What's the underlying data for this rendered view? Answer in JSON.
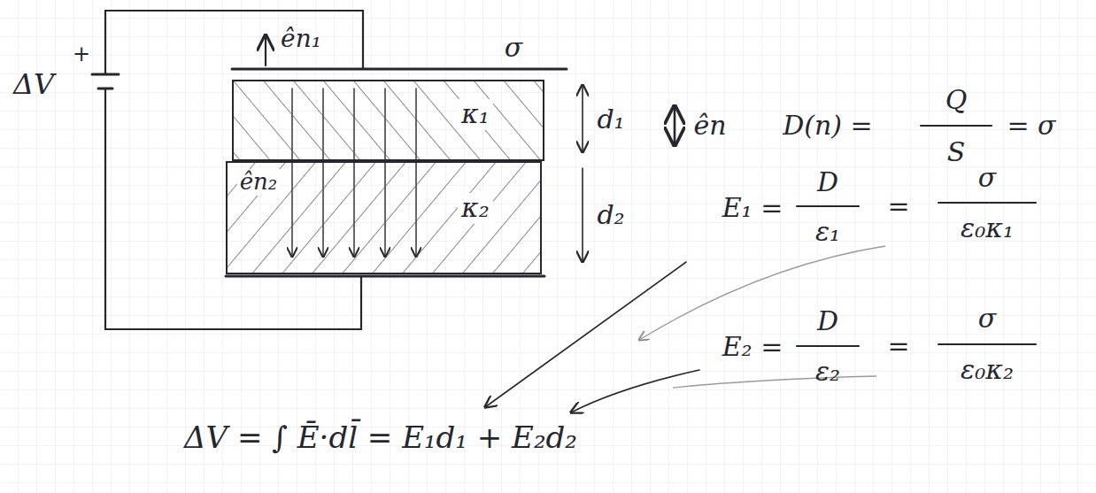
{
  "diagram": {
    "nodes": [
      {
        "text": [
          "κ₁"
        ]
      },
      {
        "text": [
          "κ₂"
        ]
      }
    ],
    "labels": [
      "ΔV",
      "+",
      "ên₁",
      "σ",
      "d₁",
      "d₂",
      "ên",
      "ên₂",
      "D(n) =",
      "Q",
      "S",
      "= σ",
      "E₁ =",
      "D",
      "ε₁",
      "=",
      "σ",
      "ε₀κ₁",
      "E₂ =",
      "D",
      "ε₂",
      "=",
      "σ",
      "ε₀κ₂",
      "ΔV = ∫ Ē·dl̄ = E₁d₁ + E₂d₂"
    ]
  }
}
